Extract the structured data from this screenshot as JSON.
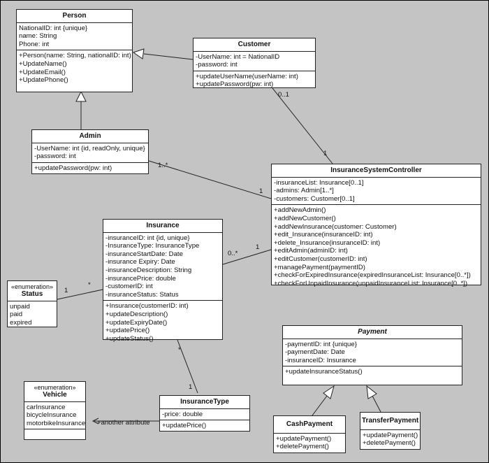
{
  "classes": {
    "person": {
      "name": "Person",
      "attributes": [
        "NationalID: int {unique}",
        "name: String",
        "Phone: int"
      ],
      "operations": [
        "+Person(name: String, nationalID: int)",
        "+UpdateName()",
        "+UpdateEmail()",
        "+UpdatePhone()"
      ]
    },
    "customer": {
      "name": "Customer",
      "attributes": [
        "-UserName: int = NationalID",
        "-password: int"
      ],
      "operations": [
        "+updateUserName(userName: int)",
        "+updatePassword(pw: int)"
      ]
    },
    "admin": {
      "name": "Admin",
      "attributes": [
        "-UserName: int {id, readOnly, unique}",
        "-password: int"
      ],
      "operations": [
        "+updatePassword(pw: int)"
      ]
    },
    "controller": {
      "name": "InsuranceSystemController",
      "attributes": [
        "-insuranceList: Insurance[0..1]",
        "-admins: Admin[1..*]",
        "-customers: Customer[0..1]"
      ],
      "operations": [
        "+addNewAdmin()",
        "+addNewCustomer()",
        "+addNewInsurance(customer: Customer)",
        "+edit_Insurance(insuranceID: int)",
        "+delete_Insurance(insuranceID: int)",
        "+editAdmin(adminID: int)",
        "+editCustomer(customerID: int)",
        "+managePayment(paymentID)",
        "+checkForExpiredInsurance(expiredInsuranceList: Insurance[0..*])",
        "+checkForUnpaidInsurance(unpaidInsuranceList: Insurance[0..*])"
      ]
    },
    "insurance": {
      "name": "Insurance",
      "attributes": [
        "-insuranceID: int {id, unique}",
        "-InsuranceType: InsuranceType",
        "-insuranceStartDate: Date",
        "-insurance Expiry: Date",
        "-insuranceDescription: String",
        "-insurancePrice: double",
        "-customerID: int",
        "-insuranceStatus: Status"
      ],
      "operations": [
        "+Insurance(customerID: int)",
        "+updateDescription()",
        "+updateExpiryDate()",
        "+updatePrice()",
        "+updateStatus()"
      ]
    },
    "status": {
      "stereotype": "«enumeration»",
      "name": "Status",
      "literals": [
        "unpaid",
        "paid",
        "expired"
      ]
    },
    "payment": {
      "name": "Payment",
      "attributes": [
        "-paymentID: int {unique}",
        "-paymentDate: Date",
        "-insuranceID: Insurance"
      ],
      "operations": [
        "+updateInsuranceStatus()"
      ]
    },
    "vehicle": {
      "stereotype": "«enumeration»",
      "name": "Vehicle",
      "literals": [
        "carInsurance",
        "bicycleInsurance",
        "motorbikeInsurance"
      ]
    },
    "insuranceType": {
      "name": "InsuranceType",
      "attributes": [
        "-price: double"
      ],
      "operations": [
        "+updatePrice()"
      ]
    },
    "cashPayment": {
      "name": "CashPayment",
      "operations": [
        "+updatePayment()",
        "+deletePayment()"
      ]
    },
    "transferPayment": {
      "name": "TransferPayment",
      "operations": [
        "+updatePayment()",
        "+deletePayment()"
      ]
    }
  },
  "multiplicities": {
    "customer_end": "0..1",
    "controller_from_customer": "1",
    "admin_end": "1..*",
    "controller_from_admin": "1",
    "insurance_to_controller": "0..*",
    "controller_from_insurance": "1",
    "status_end": "1",
    "insurance_from_status": "*",
    "insurance_from_type": "*",
    "type_end": "1"
  },
  "annotations": {
    "another_attribute": "+another attribute"
  }
}
